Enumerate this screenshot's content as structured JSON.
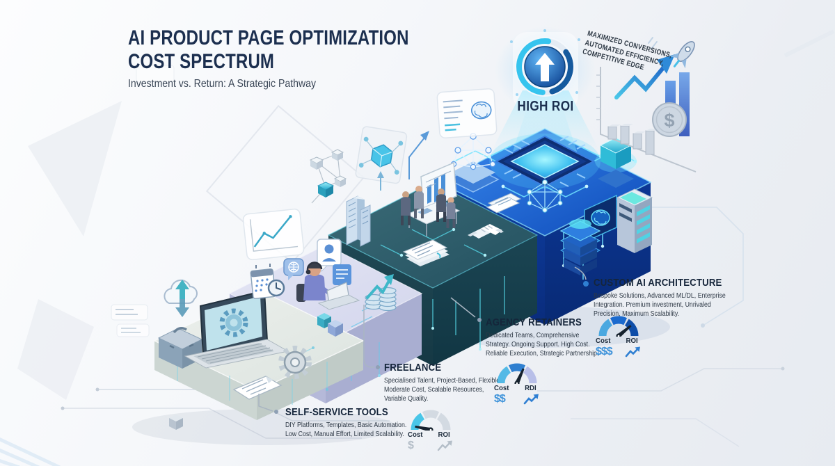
{
  "page": {
    "title_line1": "AI PRODUCT PAGE OPTIMIZATION",
    "title_line2": "COST SPECTRUM",
    "subtitle": "Investment vs. Return: A Strategic Pathway"
  },
  "roi_badge": {
    "label": "HIGH ROI"
  },
  "benefits_note": {
    "lines": [
      "MAXIMIZED CONVERSIONS,",
      "AUTOMATED EFFICIENCY,",
      "COMPETITIVE EDGE"
    ]
  },
  "decor": {
    "coin_symbol": "$"
  },
  "tiers": [
    {
      "id": "self-service-tools",
      "name": "SELF-SERVICE TOOLS",
      "description": "DIY Platforms, Templates, Basic Automation.\nLow Cost, Manual Effort, Limited Scalability.",
      "gauge": {
        "cost_label": "Cost",
        "cost_value": "$",
        "roi_label": "ROI",
        "level": "low"
      }
    },
    {
      "id": "freelance",
      "name": "FREELANCE",
      "description": "Specialised Talent, Project-Based, Flexible.\nModerate Cost, Scalable Resources,\nVariable Quality.",
      "gauge": {
        "cost_label": "Cost",
        "cost_value": "$$",
        "roi_label": "RDI",
        "level": "medium"
      }
    },
    {
      "id": "agency-retainers",
      "name": "AGENCY RETAINERS",
      "description": "Dedicated Teams, Comprehensive\nStrategy. Ongoing Support. High Cost.\nReliable Execution, Strategic Partnership.",
      "gauge": {
        "cost_label": "Cost",
        "cost_value": "$$$",
        "roi_label": "ROI",
        "level": "high"
      }
    },
    {
      "id": "custom-ai-architecture",
      "name": "CUSTOM AI ARCHITECTURE",
      "description": "Bespoke Solutions, Advanced ML/DL, Enterprise\nIntegration. Premium investment, Unrivaled\nPrecision, Maximum Scalability."
    }
  ],
  "colors": {
    "navy": "#1c2f4f",
    "accent_blue": "#2f7fd2",
    "accent_cyan": "#3cc8f2",
    "platform_self": "#e6eae6",
    "platform_freelance": "#dadcef",
    "platform_agency": "#2c5a68",
    "platform_custom": "#1463d8"
  },
  "icons": [
    "high-roi-arrow-icon",
    "rocket-icon",
    "growth-chart-icon",
    "dollar-coin-icon",
    "trend-arrow-icon",
    "cloud-sync-icon",
    "laptop-gear-icon",
    "toolbox-icon",
    "gear-icon",
    "document-icon",
    "freelancer-person-icon",
    "calendar-icon",
    "clock-icon",
    "chat-bubble-icon",
    "profile-card-icon",
    "coin-stack-icon",
    "team-meeting-icon",
    "presentation-board-icon",
    "buildings-icon",
    "handshake-icon",
    "documents-stack-icon",
    "cpu-chip-icon",
    "neural-network-icon",
    "glowing-cube-icon",
    "brain-panel-icon",
    "server-rack-icon",
    "data-stack-icon",
    "brain-card-icon",
    "gem-card-icon",
    "cube-network-icon",
    "line-chart-card-icon",
    "gauge-icon"
  ]
}
